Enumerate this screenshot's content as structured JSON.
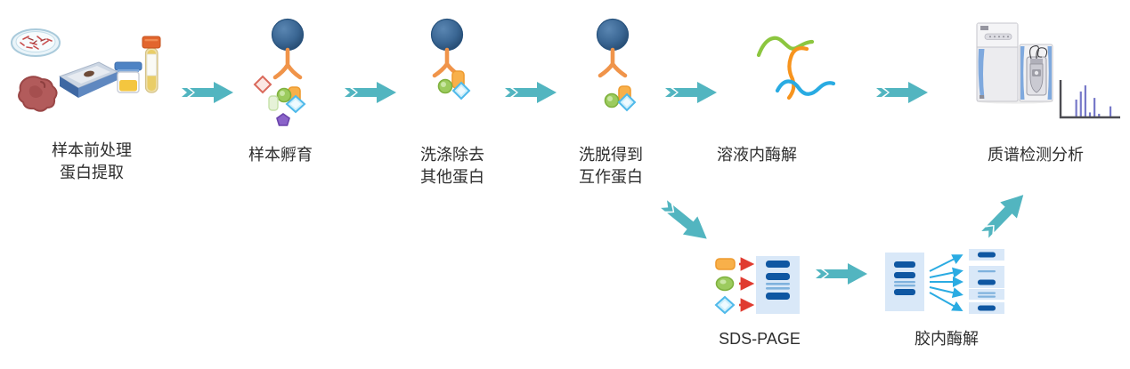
{
  "colors": {
    "background": "#ffffff",
    "text": "#2e2e2e",
    "flow_arrow_teal": "#52b5c0",
    "antibody_orange": "#f0944a",
    "gel_background": "#d9e8f8",
    "gel_band_dark": "#0f57a2",
    "gel_band_light": "#7fb2dd",
    "cut_arrow_blue": "#2aabe2",
    "lane_arrow_red": "#e03b30",
    "peptide_green": "#8cc63f",
    "peptide_orange": "#f7941e",
    "peptide_blue": "#29abe2",
    "spectrum_bar": "#7678c8",
    "spectrum_axis": "#4c4c52"
  },
  "steps": [
    {
      "id": "sample-prep",
      "label_lines": [
        "样本前处理",
        "蛋白提取"
      ],
      "icons": [
        "petri-dish",
        "tissue-lump",
        "tissue-cassette",
        "urine-cup",
        "blood-collection-tube"
      ]
    },
    {
      "id": "incubation",
      "label_lines": [
        "样本孵育"
      ],
      "icons": [
        "bead-antibody",
        "protein-mixture-shapes"
      ]
    },
    {
      "id": "wash",
      "label_lines": [
        "洗涤除去",
        "其他蛋白"
      ],
      "icons": [
        "bead-antibody-with-bound-proteins"
      ]
    },
    {
      "id": "elution",
      "label_lines": [
        "洗脱得到",
        "互作蛋白"
      ],
      "icons": [
        "bead-antibody",
        "released-protein-complex"
      ]
    },
    {
      "id": "in-solution-digestion",
      "label_lines": [
        "溶液内酶解"
      ],
      "icons": [
        "peptide-strands"
      ]
    },
    {
      "id": "ms-analysis",
      "label_lines": [
        "质谱检测分析"
      ],
      "icons": [
        "mass-spectrometer",
        "mass-spectrum-chart"
      ]
    }
  ],
  "branch_steps": [
    {
      "id": "sds-page",
      "label_lines": [
        "SDS-PAGE"
      ],
      "icons": [
        "protein-markers",
        "gel-lane"
      ]
    },
    {
      "id": "in-gel-digestion",
      "label_lines": [
        "胶内酶解"
      ],
      "icons": [
        "gel-lane",
        "excised-band-slices"
      ]
    }
  ],
  "ms_spectrum": {
    "peaks": [
      {
        "x": 0.26,
        "h": 0.5
      },
      {
        "x": 0.34,
        "h": 0.74
      },
      {
        "x": 0.42,
        "h": 0.92
      },
      {
        "x": 0.5,
        "h": 0.12
      },
      {
        "x": 0.58,
        "h": 0.55
      },
      {
        "x": 0.66,
        "h": 0.08
      },
      {
        "x": 0.86,
        "h": 0.3
      }
    ]
  }
}
